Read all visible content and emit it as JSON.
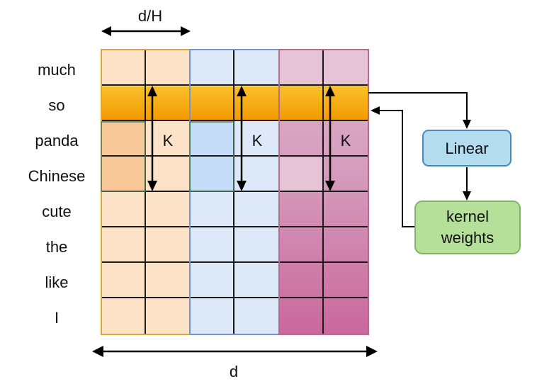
{
  "dimensions": {
    "top": "d/H",
    "bottom": "d"
  },
  "tokens": [
    "much",
    "so",
    "panda",
    "Chinese",
    "cute",
    "the",
    "like",
    "I"
  ],
  "kernel_label": "K",
  "boxes": {
    "linear": "Linear",
    "kernel_line1": "kernel",
    "kernel_line2": "weights"
  },
  "colors": {
    "head1_fill": "#fce3c8",
    "head1_border": "#d6a93a",
    "head1_highlight": "#f8c898",
    "head2_fill": "#dde8f8",
    "head2_border": "#7a93c9",
    "head2_highlight": "#c6dcf8",
    "head3_fill": "#d89bbd",
    "head3_border": "#b06c93",
    "head3_highlight": "#e6c4d6",
    "row_so_top": "#f6b400",
    "row_so_bottom": "#f59a00",
    "linear_fill": "#b3dcef",
    "linear_border": "#4a8ab8",
    "kernel_fill": "#b5e09a",
    "kernel_border": "#82b366"
  }
}
